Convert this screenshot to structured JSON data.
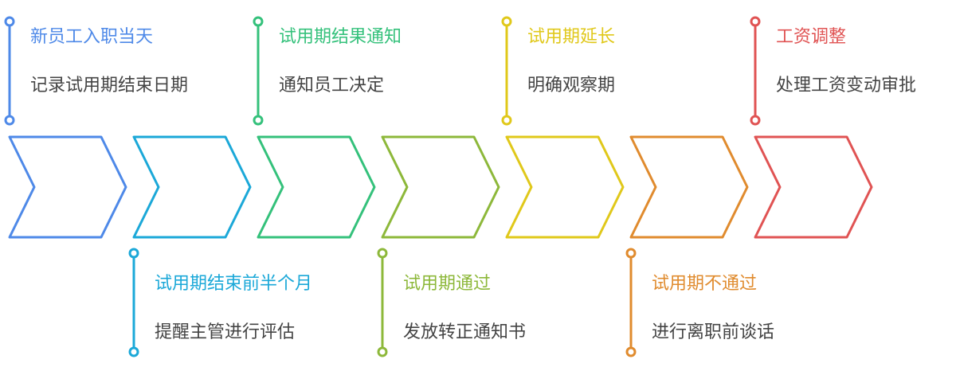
{
  "steps": [
    {
      "title": "新员工入职当天",
      "desc": "记录试用期结束日期",
      "color": "#4e89e8",
      "pos": "top"
    },
    {
      "title": "试用期结束前半个月",
      "desc": "提醒主管进行评估",
      "color": "#1ba8d8",
      "pos": "bottom"
    },
    {
      "title": "试用期结果通知",
      "desc": "通知员工决定",
      "color": "#34c17b",
      "pos": "top"
    },
    {
      "title": "试用期通过",
      "desc": "发放转正通知书",
      "color": "#8db83a",
      "pos": "bottom"
    },
    {
      "title": "试用期延长",
      "desc": "明确观察期",
      "color": "#e0c81a",
      "pos": "top"
    },
    {
      "title": "试用期不通过",
      "desc": "进行离职前谈话",
      "color": "#e08b2e",
      "pos": "bottom"
    },
    {
      "title": "工资调整",
      "desc": "处理工资变动审批",
      "color": "#e05353",
      "pos": "top"
    }
  ]
}
